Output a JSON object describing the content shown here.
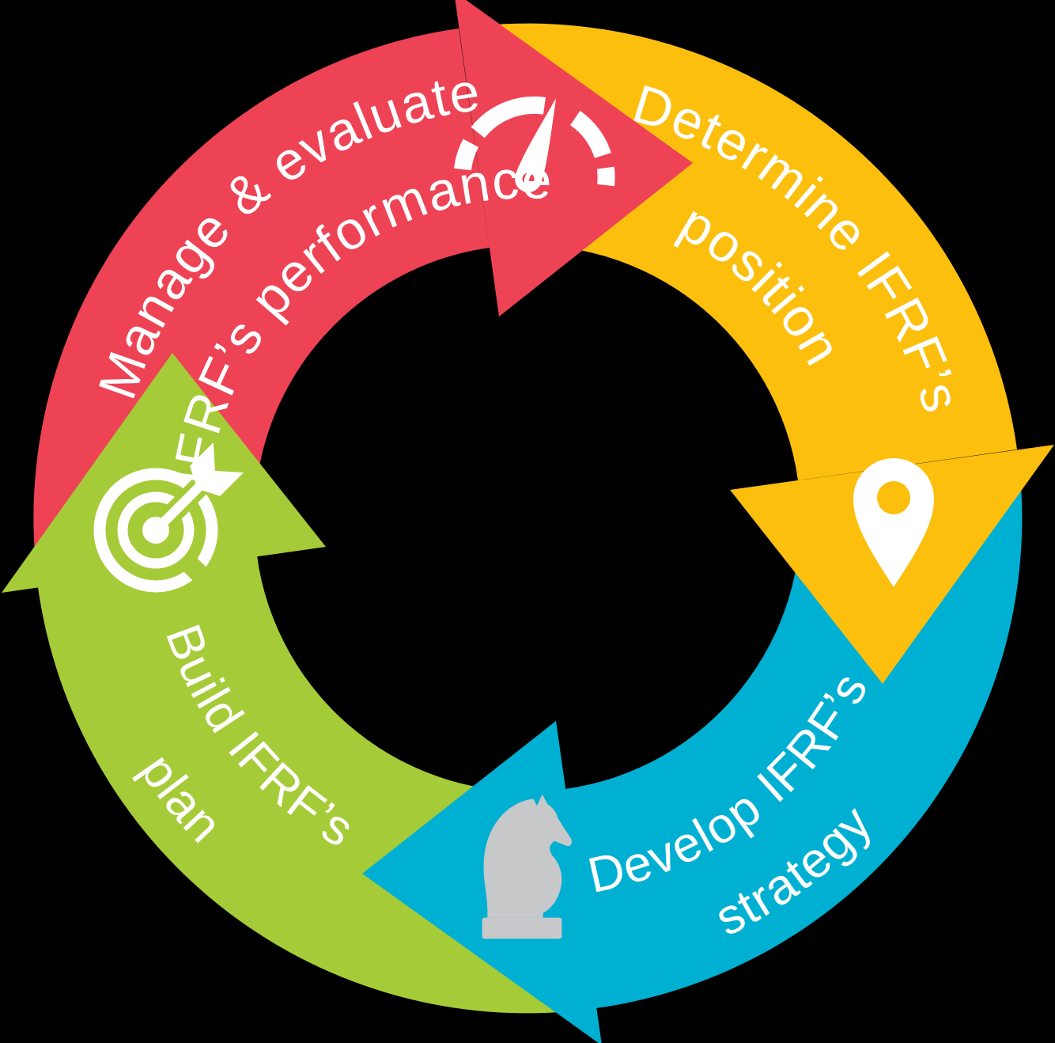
{
  "diagram": {
    "background_color": "#000000",
    "text_color": "#FFFFFF",
    "icon_color": "#FFFFFF",
    "knight_color": "#C7C8CA",
    "segments": [
      {
        "label_line1": "Manage & evaluate",
        "label_line2": "IFRF’s performance",
        "color": "#EE4355",
        "icon": "speedometer-icon"
      },
      {
        "label_line1": "Determine IFRF’s",
        "label_line2": "position",
        "color": "#FCBF0E",
        "icon": "location-pin-icon"
      },
      {
        "label_line1": "Develop IFRF’s",
        "label_line2": "strategy",
        "color": "#00B0D2",
        "icon": "chess-knight-icon"
      },
      {
        "label_line1": "Build IFRF’s",
        "label_line2": "plan",
        "color": "#A6CB38",
        "icon": "target-icon"
      }
    ]
  }
}
